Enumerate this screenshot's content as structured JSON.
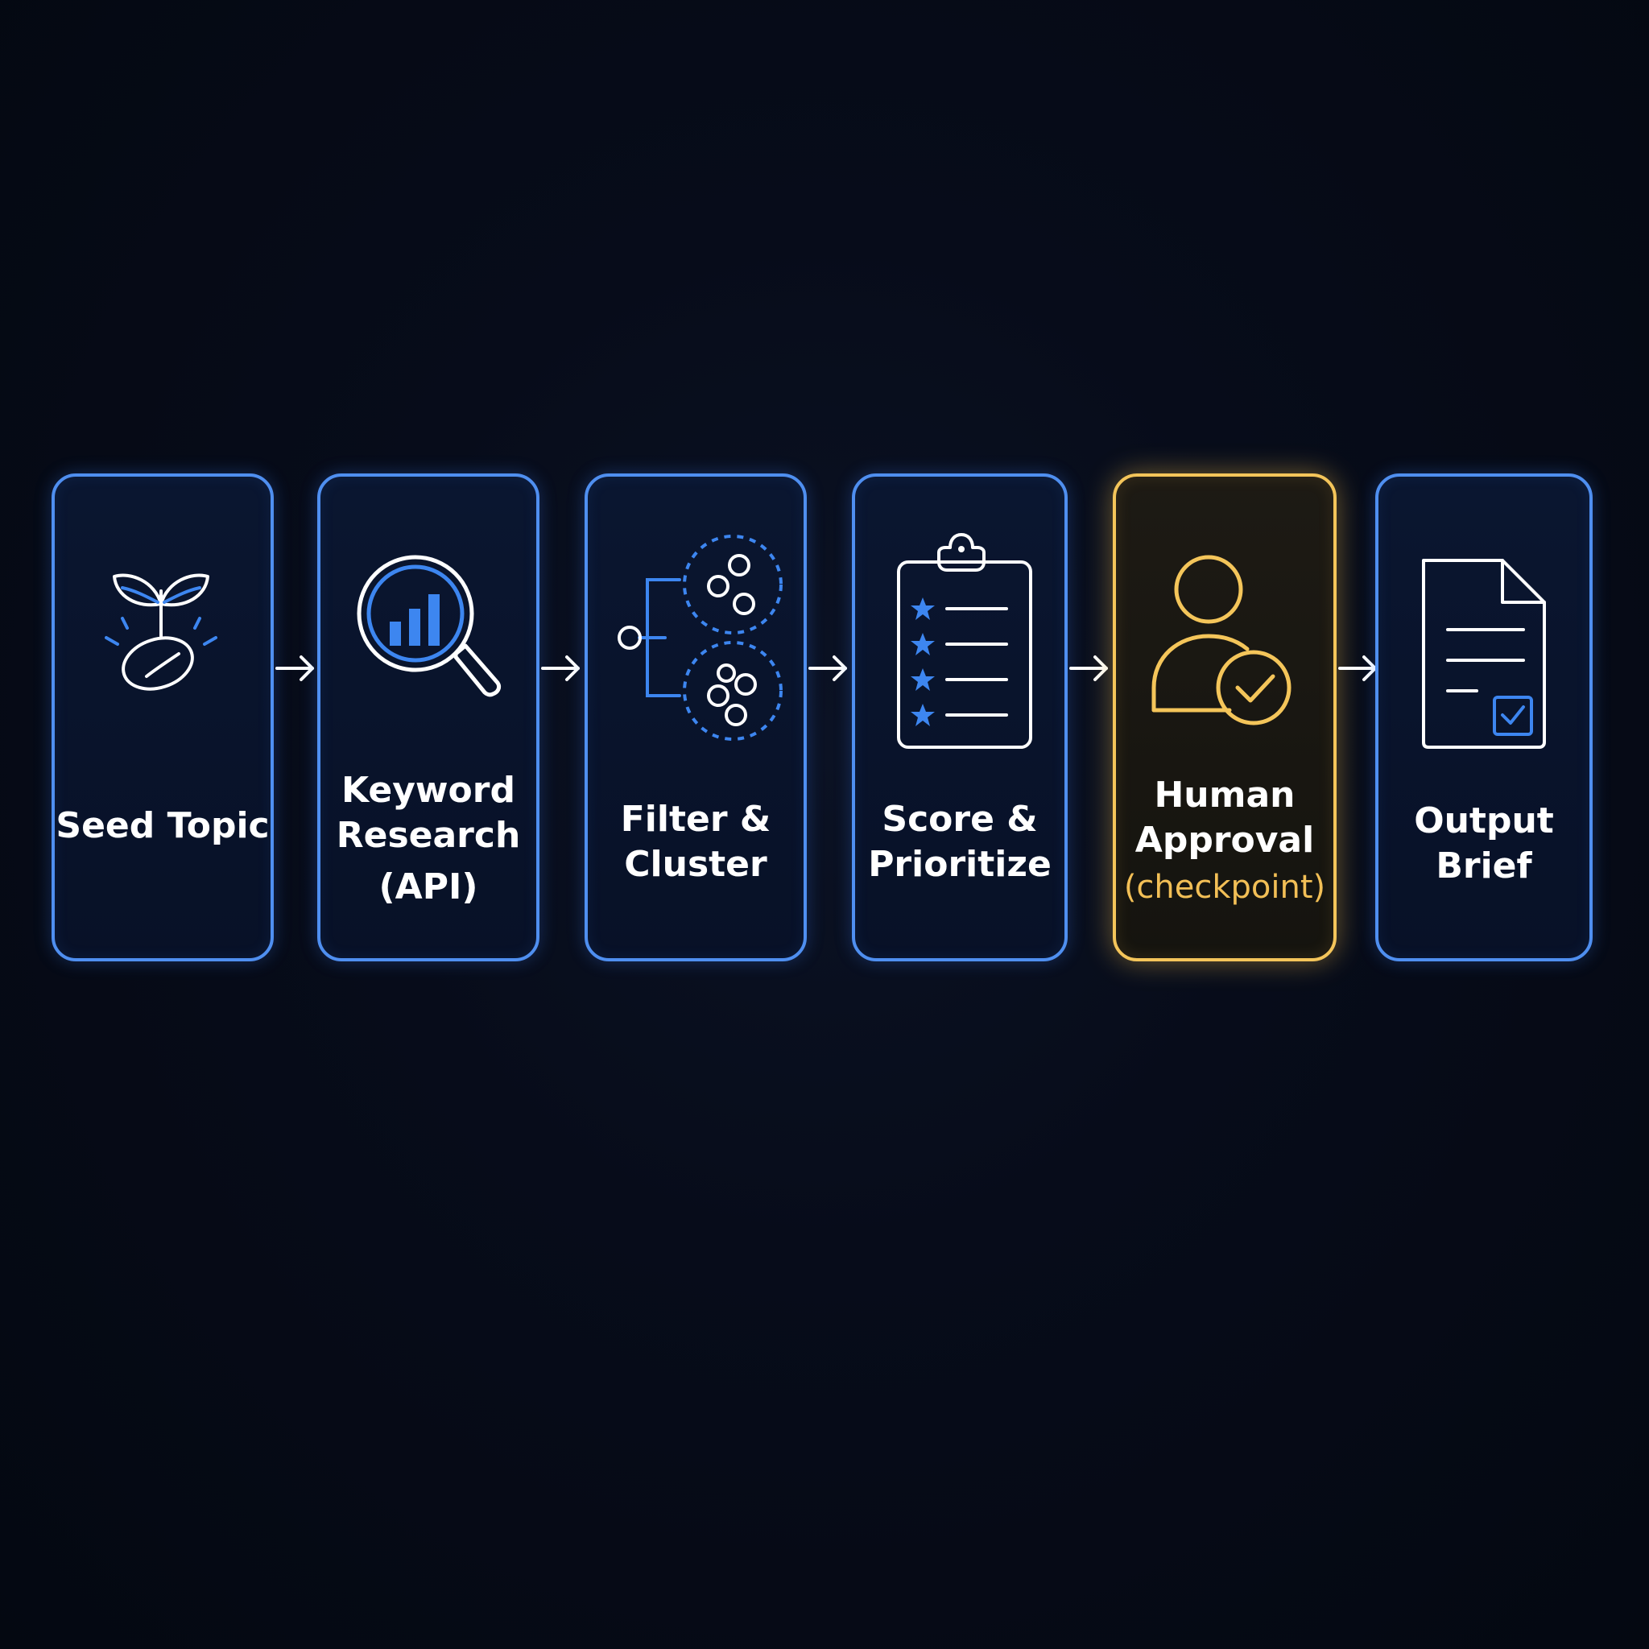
{
  "diagram": {
    "steps": [
      {
        "id": "seed",
        "lines": [
          "Seed Topic"
        ],
        "icon": "sprouting-seed-icon"
      },
      {
        "id": "keyword",
        "lines": [
          "Keyword",
          "Research",
          "(API)"
        ],
        "icon": "magnifier-bar-chart-icon"
      },
      {
        "id": "filter",
        "lines": [
          "Filter &",
          "Cluster"
        ],
        "icon": "cluster-tree-icon"
      },
      {
        "id": "score",
        "lines": [
          "Score &",
          "Prioritize"
        ],
        "icon": "clipboard-stars-icon"
      },
      {
        "id": "approval",
        "lines": [
          "Human",
          "Approval"
        ],
        "sub": "(checkpoint)",
        "icon": "user-check-icon",
        "highlight": true
      },
      {
        "id": "output",
        "lines": [
          "Output",
          "Brief"
        ],
        "icon": "document-check-icon"
      }
    ],
    "colors": {
      "background": "#050914",
      "card_border": "#4f8ff0",
      "highlight_border": "#f4c55a",
      "accent_blue": "#3d86f0",
      "text": "#ffffff",
      "checkpoint_text": "#f2bf56"
    }
  }
}
